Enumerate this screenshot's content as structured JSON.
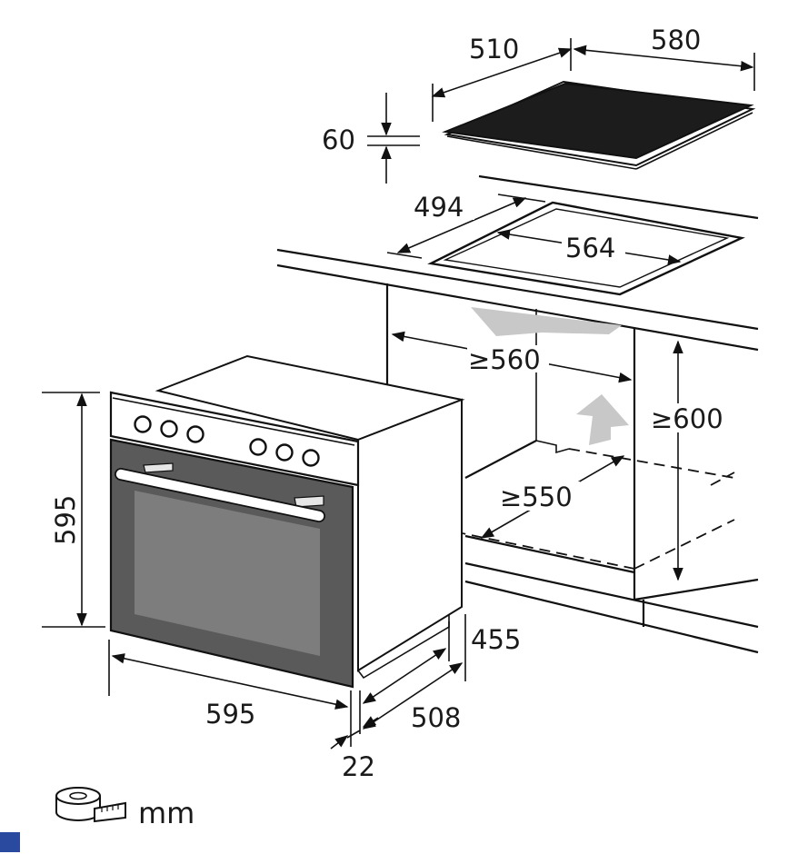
{
  "dimensions": {
    "hob_width": "580",
    "hob_depth": "510",
    "hob_height": "60",
    "cutout_depth": "494",
    "cutout_width": "564",
    "niche_width": "≥560",
    "niche_height": "≥600",
    "niche_depth": "≥550",
    "oven_height": "595",
    "oven_width": "595",
    "oven_depth": "508",
    "oven_body_depth": "455",
    "front_thickness": "22"
  },
  "unit_label": "mm",
  "icons": [
    "tape-measure-icon"
  ],
  "colors": {
    "line": "#111111",
    "hob_glass": "#1c1c1c",
    "oven_door": "#5a5a5a",
    "oven_window": "#7d7d7d",
    "airflow_arrow": "#c8c8c8",
    "marker": "#2a4aa0"
  }
}
